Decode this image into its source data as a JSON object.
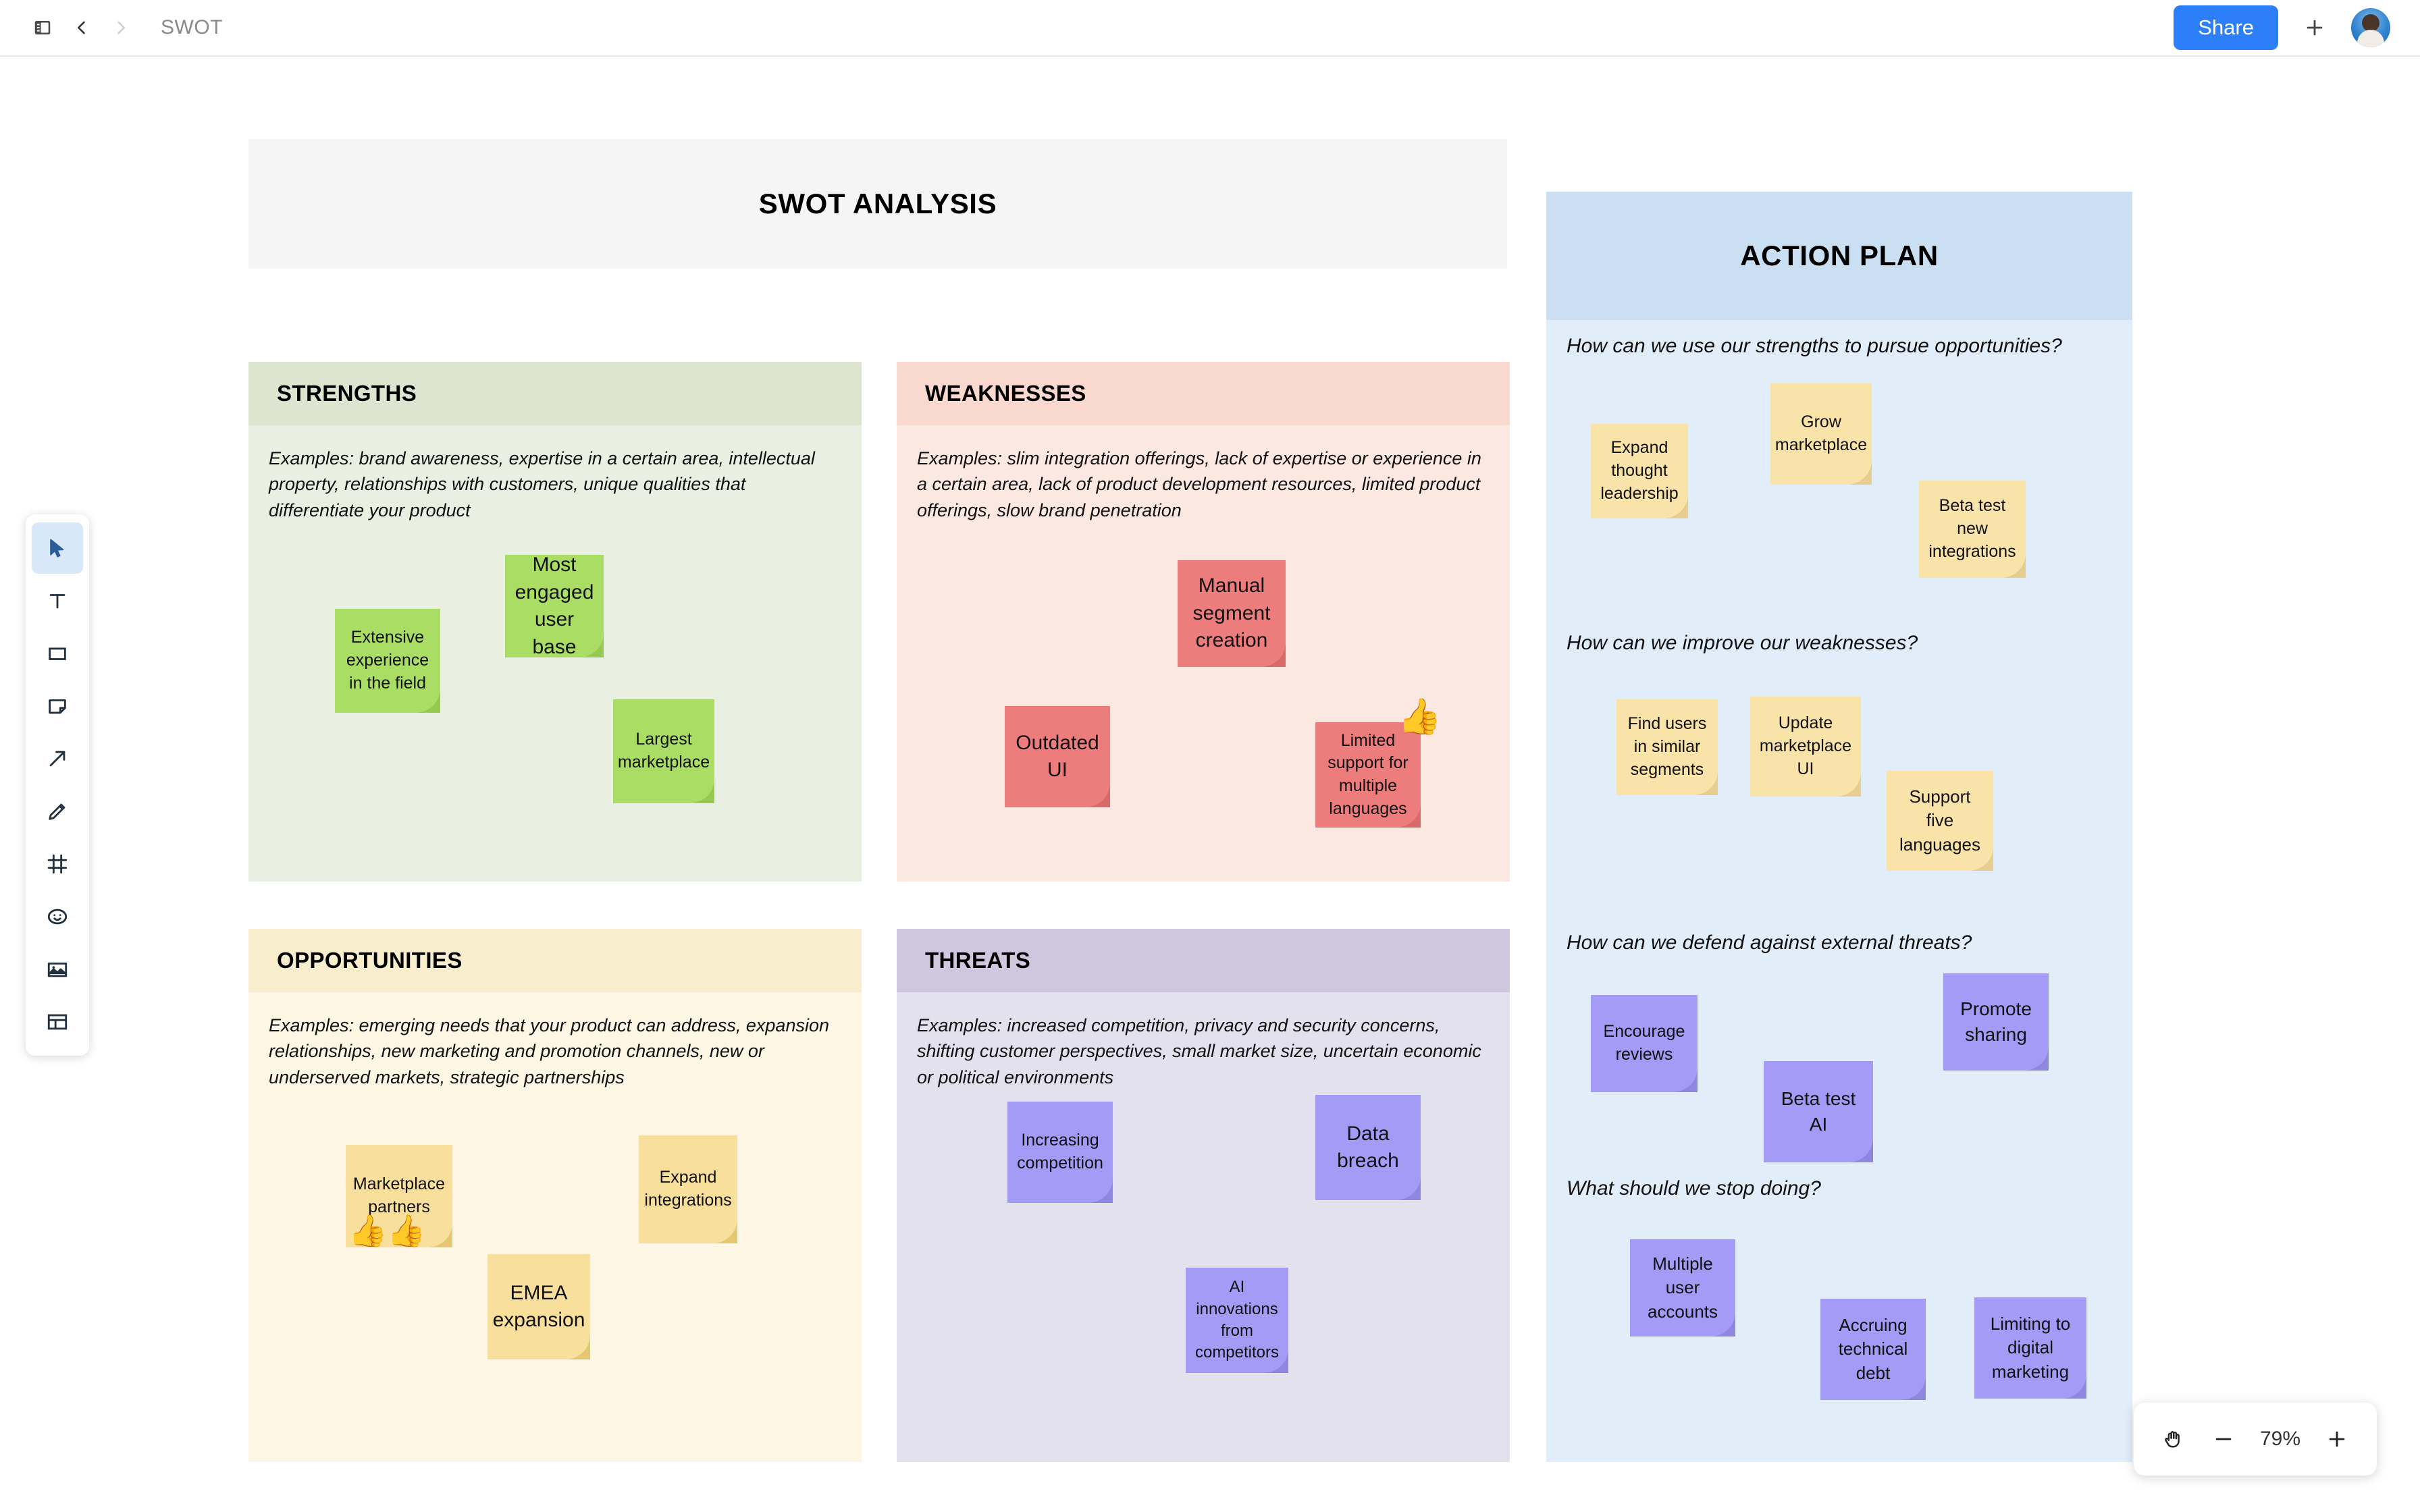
{
  "topbar": {
    "sidebar_icon": "sidebar-toggle-icon",
    "back_icon": "chevron-left-icon",
    "forward_icon": "chevron-right-icon",
    "title": "SWOT",
    "share_label": "Share",
    "plus_icon": "plus-icon",
    "avatar_icon": "user-avatar"
  },
  "toolbar": {
    "items": [
      {
        "name": "select-tool",
        "icon": "cursor-icon",
        "active": true
      },
      {
        "name": "text-tool",
        "icon": "text-icon",
        "active": false
      },
      {
        "name": "shape-tool",
        "icon": "rectangle-icon",
        "active": false
      },
      {
        "name": "sticky-note-tool",
        "icon": "sticky-note-icon",
        "active": false
      },
      {
        "name": "connector-tool",
        "icon": "arrow-icon",
        "active": false
      },
      {
        "name": "pen-tool",
        "icon": "pencil-icon",
        "active": false
      },
      {
        "name": "frame-tool",
        "icon": "frame-icon",
        "active": false
      },
      {
        "name": "emoji-tool",
        "icon": "smiley-icon",
        "active": false
      },
      {
        "name": "image-tool",
        "icon": "image-icon",
        "active": false
      },
      {
        "name": "template-tool",
        "icon": "template-icon",
        "active": false
      }
    ]
  },
  "swot": {
    "title": "SWOT ANALYSIS",
    "quadrants": [
      {
        "key": "strengths",
        "label": "STRENGTHS",
        "description": "Examples: brand awareness, expertise in a certain area, intellectual property, relationships with customers, unique qualities that differentiate your product",
        "notes": [
          {
            "text": "Extensive experience in the field"
          },
          {
            "text": "Most engaged user base"
          },
          {
            "text": "Largest marketplace"
          }
        ]
      },
      {
        "key": "weaknesses",
        "label": "WEAKNESSES",
        "description": "Examples: slim integration offerings, lack of expertise or experience in a certain area, lack of product development resources, limited product offerings, slow brand penetration",
        "notes": [
          {
            "text": "Manual segment creation"
          },
          {
            "text": "Outdated UI"
          },
          {
            "text": "Limited support for multiple languages",
            "sticker": "👍"
          }
        ]
      },
      {
        "key": "opportunities",
        "label": "OPPORTUNITIES",
        "description": "Examples: emerging needs that your product can address, expansion relationships, new marketing and promotion channels, new or underserved markets, strategic partnerships",
        "notes": [
          {
            "text": "Marketplace partners",
            "sticker": "👍👍"
          },
          {
            "text": "Expand integrations"
          },
          {
            "text": "EMEA expansion"
          }
        ]
      },
      {
        "key": "threats",
        "label": "THREATS",
        "description": "Examples: increased competition, privacy and security concerns, shifting customer perspectives, small market size, uncertain economic or political environments",
        "notes": [
          {
            "text": "Increasing competition"
          },
          {
            "text": "Data breach"
          },
          {
            "text": "AI innovations from competitors"
          }
        ]
      }
    ]
  },
  "action_plan": {
    "title": "ACTION PLAN",
    "sections": [
      {
        "question": "How can we use our strengths to pursue opportunities?",
        "notes": [
          {
            "text": "Expand thought leadership"
          },
          {
            "text": "Grow marketplace"
          },
          {
            "text": "Beta test new integrations"
          }
        ]
      },
      {
        "question": "How can we improve our weaknesses?",
        "notes": [
          {
            "text": "Find users in similar segments"
          },
          {
            "text": "Update marketplace UI"
          },
          {
            "text": "Support five languages"
          }
        ]
      },
      {
        "question": "How can we defend against external threats?",
        "notes": [
          {
            "text": "Encourage reviews"
          },
          {
            "text": "Beta test AI"
          },
          {
            "text": "Promote sharing"
          }
        ]
      },
      {
        "question": "What should we stop doing?",
        "notes": [
          {
            "text": "Multiple user accounts"
          },
          {
            "text": "Accruing technical debt"
          },
          {
            "text": "Limiting to digital marketing"
          }
        ]
      }
    ]
  },
  "zoom_control": {
    "hand_icon": "hand-icon",
    "minus_label": "−",
    "level": "79%",
    "plus_label": "+"
  },
  "colors": {
    "accent_blue": "#2d7ff9",
    "note_green": "#aadd63",
    "note_red": "#ed7d7d",
    "note_yellow": "#f8df9c",
    "note_purple": "#a39bf5",
    "strengths_bg": "#e9f0e1",
    "weaknesses_bg": "#fbe8e1",
    "opportunities_bg": "#fdf6e4",
    "threats_bg": "#e4e1ef",
    "action_plan_bg": "#e2edfa"
  }
}
